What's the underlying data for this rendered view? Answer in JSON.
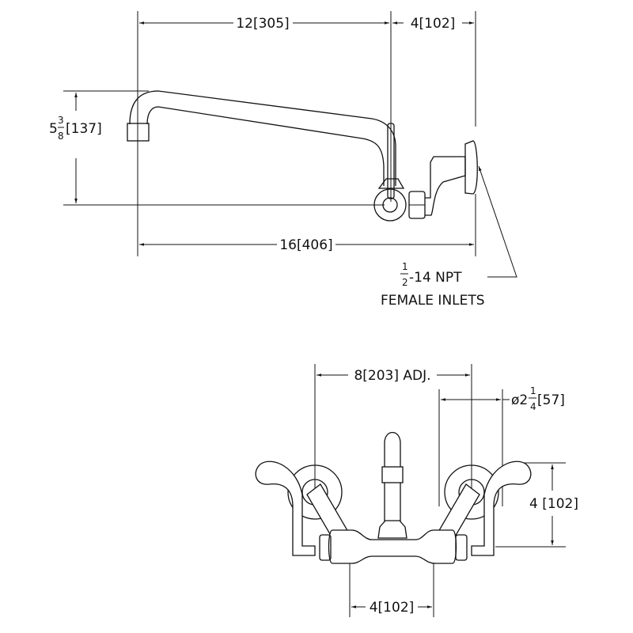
{
  "side_view": {
    "dim_spout_reach": "12[305]",
    "dim_wall_offset": "4[102]",
    "dim_overall": "16[406]",
    "dim_height_whole": "5",
    "dim_height_num": "3",
    "dim_height_den": "8",
    "dim_height_metric": "[137]",
    "inlet_note_num": "1",
    "inlet_note_den": "2",
    "inlet_note_line1": "-14 NPT",
    "inlet_note_line2": "FEMALE INLETS"
  },
  "front_view": {
    "dim_centers": "8[203] ADJ.",
    "dim_flange_prefix": "ø2",
    "dim_flange_num": "1",
    "dim_flange_den": "4",
    "dim_flange_metric": "[57]",
    "dim_handle_height": "4 [102]",
    "dim_body_centers": "4[102]"
  }
}
